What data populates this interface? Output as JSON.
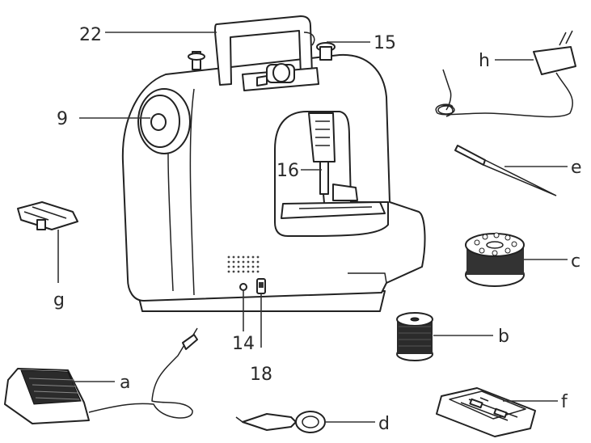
{
  "labels": {
    "n22": "22",
    "n15": "15",
    "n9": "9",
    "n16": "16",
    "n14": "14",
    "n18": "18",
    "h": "h",
    "e": "e",
    "c": "c",
    "g": "g",
    "b": "b",
    "a": "a",
    "f": "f",
    "d": "d"
  }
}
